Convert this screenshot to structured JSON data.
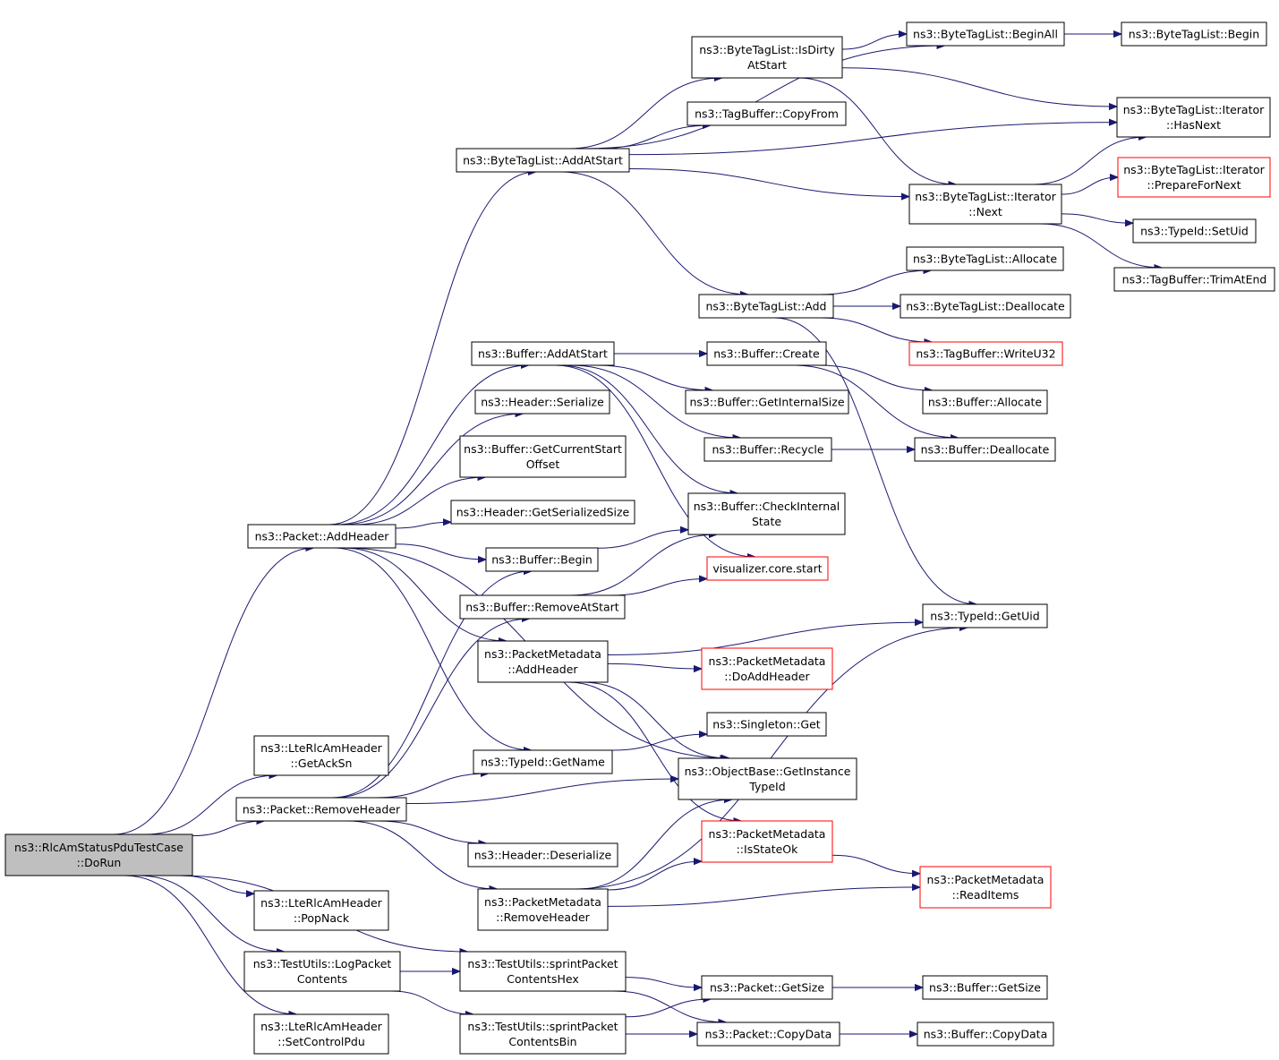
{
  "colors": {
    "edge": "#191970",
    "root_fill": "#bfbfbf",
    "box_border": "#000000",
    "truncated_border": "#ff0000",
    "background": "#ffffff"
  },
  "nodes": [
    {
      "id": "root",
      "lines": [
        "ns3::RlcAmStatusPduTestCase",
        "::DoRun"
      ],
      "kind": "root"
    },
    {
      "id": "getAckSn",
      "lines": [
        "ns3::LteRlcAmHeader",
        "::GetAckSn"
      ]
    },
    {
      "id": "popNack",
      "lines": [
        "ns3::LteRlcAmHeader",
        "::PopNack"
      ]
    },
    {
      "id": "logPkt",
      "lines": [
        "ns3::TestUtils::LogPacket",
        "Contents"
      ]
    },
    {
      "id": "setCtrl",
      "lines": [
        "ns3::LteRlcAmHeader",
        "::SetControlPdu"
      ]
    },
    {
      "id": "addHeader",
      "lines": [
        "ns3::Packet::AddHeader"
      ]
    },
    {
      "id": "removeHeader",
      "lines": [
        "ns3::Packet::RemoveHeader"
      ]
    },
    {
      "id": "btlAddAtStart",
      "lines": [
        "ns3::ByteTagList::AddAtStart"
      ]
    },
    {
      "id": "bufAddAtStart",
      "lines": [
        "ns3::Buffer::AddAtStart"
      ]
    },
    {
      "id": "hdrSerialize",
      "lines": [
        "ns3::Header::Serialize"
      ]
    },
    {
      "id": "bufGetCurStart",
      "lines": [
        "ns3::Buffer::GetCurrentStart",
        "Offset"
      ]
    },
    {
      "id": "hdrGetSerSize",
      "lines": [
        "ns3::Header::GetSerializedSize"
      ]
    },
    {
      "id": "bufBegin",
      "lines": [
        "ns3::Buffer::Begin"
      ]
    },
    {
      "id": "bufRemoveAtStart",
      "lines": [
        "ns3::Buffer::RemoveAtStart"
      ]
    },
    {
      "id": "pmAddHeader",
      "lines": [
        "ns3::PacketMetadata",
        "::AddHeader"
      ]
    },
    {
      "id": "tidGetName",
      "lines": [
        "ns3::TypeId::GetName"
      ]
    },
    {
      "id": "hdrDeserialize",
      "lines": [
        "ns3::Header::Deserialize"
      ]
    },
    {
      "id": "pmRemoveHeader",
      "lines": [
        "ns3::PacketMetadata",
        "::RemoveHeader"
      ]
    },
    {
      "id": "sprintHex",
      "lines": [
        "ns3::TestUtils::sprintPacket",
        "ContentsHex"
      ]
    },
    {
      "id": "sprintBin",
      "lines": [
        "ns3::TestUtils::sprintPacket",
        "ContentsBin"
      ]
    },
    {
      "id": "btlIsDirty",
      "lines": [
        "ns3::ByteTagList::IsDirty",
        "AtStart"
      ]
    },
    {
      "id": "tbCopyFrom",
      "lines": [
        "ns3::TagBuffer::CopyFrom"
      ]
    },
    {
      "id": "btlAdd",
      "lines": [
        "ns3::ByteTagList::Add"
      ]
    },
    {
      "id": "bufCreate",
      "lines": [
        "ns3::Buffer::Create"
      ]
    },
    {
      "id": "bufGetIntSize",
      "lines": [
        "ns3::Buffer::GetInternalSize"
      ]
    },
    {
      "id": "bufRecycle",
      "lines": [
        "ns3::Buffer::Recycle"
      ]
    },
    {
      "id": "bufCheckInt",
      "lines": [
        "ns3::Buffer::CheckInternal",
        "State"
      ]
    },
    {
      "id": "vizStart",
      "lines": [
        "visualizer.core.start"
      ],
      "kind": "truncated"
    },
    {
      "id": "pmDoAddHeader",
      "lines": [
        "ns3::PacketMetadata",
        "::DoAddHeader"
      ],
      "kind": "truncated"
    },
    {
      "id": "singletonGet",
      "lines": [
        "ns3::Singleton::Get"
      ]
    },
    {
      "id": "obGetInstTid",
      "lines": [
        "ns3::ObjectBase::GetInstance",
        "TypeId"
      ]
    },
    {
      "id": "pmIsStateOk",
      "lines": [
        "ns3::PacketMetadata",
        "::IsStateOk"
      ],
      "kind": "truncated"
    },
    {
      "id": "pktGetSize",
      "lines": [
        "ns3::Packet::GetSize"
      ]
    },
    {
      "id": "pktCopyData",
      "lines": [
        "ns3::Packet::CopyData"
      ]
    },
    {
      "id": "btlBeginAll",
      "lines": [
        "ns3::ByteTagList::BeginAll"
      ]
    },
    {
      "id": "btlItHasNext",
      "lines": [
        "ns3::ByteTagList::Iterator",
        "::HasNext"
      ]
    },
    {
      "id": "btlItNext",
      "lines": [
        "ns3::ByteTagList::Iterator",
        "::Next"
      ]
    },
    {
      "id": "btlAllocate",
      "lines": [
        "ns3::ByteTagList::Allocate"
      ]
    },
    {
      "id": "btlDeallocate",
      "lines": [
        "ns3::ByteTagList::Deallocate"
      ]
    },
    {
      "id": "tbWriteU32",
      "lines": [
        "ns3::TagBuffer::WriteU32"
      ],
      "kind": "truncated"
    },
    {
      "id": "bufAllocate",
      "lines": [
        "ns3::Buffer::Allocate"
      ]
    },
    {
      "id": "bufDeallocate",
      "lines": [
        "ns3::Buffer::Deallocate"
      ]
    },
    {
      "id": "tidGetUid",
      "lines": [
        "ns3::TypeId::GetUid"
      ]
    },
    {
      "id": "pmReadItems",
      "lines": [
        "ns3::PacketMetadata",
        "::ReadItems"
      ],
      "kind": "truncated"
    },
    {
      "id": "bufGetSize",
      "lines": [
        "ns3::Buffer::GetSize"
      ]
    },
    {
      "id": "bufCopyData",
      "lines": [
        "ns3::Buffer::CopyData"
      ]
    },
    {
      "id": "btlBegin",
      "lines": [
        "ns3::ByteTagList::Begin"
      ]
    },
    {
      "id": "btlItPrepare",
      "lines": [
        "ns3::ByteTagList::Iterator",
        "::PrepareForNext"
      ],
      "kind": "truncated"
    },
    {
      "id": "tidSetUid",
      "lines": [
        "ns3::TypeId::SetUid"
      ]
    },
    {
      "id": "tbTrimAtEnd",
      "lines": [
        "ns3::TagBuffer::TrimAtEnd"
      ]
    }
  ],
  "edges": [
    [
      "root",
      "addHeader"
    ],
    [
      "root",
      "getAckSn"
    ],
    [
      "root",
      "removeHeader"
    ],
    [
      "root",
      "sprintHex"
    ],
    [
      "root",
      "popNack"
    ],
    [
      "root",
      "logPkt"
    ],
    [
      "root",
      "setCtrl"
    ],
    [
      "logPkt",
      "sprintHex"
    ],
    [
      "logPkt",
      "sprintBin"
    ],
    [
      "addHeader",
      "btlAddAtStart"
    ],
    [
      "addHeader",
      "bufAddAtStart"
    ],
    [
      "addHeader",
      "hdrSerialize"
    ],
    [
      "addHeader",
      "bufGetCurStart"
    ],
    [
      "addHeader",
      "hdrGetSerSize"
    ],
    [
      "addHeader",
      "bufBegin"
    ],
    [
      "addHeader",
      "pmAddHeader"
    ],
    [
      "addHeader",
      "tidGetName"
    ],
    [
      "addHeader",
      "obGetInstTid"
    ],
    [
      "removeHeader",
      "bufBegin"
    ],
    [
      "removeHeader",
      "bufRemoveAtStart"
    ],
    [
      "removeHeader",
      "tidGetName"
    ],
    [
      "removeHeader",
      "obGetInstTid"
    ],
    [
      "removeHeader",
      "hdrDeserialize"
    ],
    [
      "removeHeader",
      "pmRemoveHeader"
    ],
    [
      "btlAddAtStart",
      "btlIsDirty"
    ],
    [
      "btlAddAtStart",
      "tbCopyFrom"
    ],
    [
      "btlAddAtStart",
      "btlBeginAll"
    ],
    [
      "btlAddAtStart",
      "btlItHasNext"
    ],
    [
      "btlAddAtStart",
      "btlItNext"
    ],
    [
      "btlAddAtStart",
      "btlAdd"
    ],
    [
      "btlIsDirty",
      "btlBeginAll"
    ],
    [
      "btlIsDirty",
      "btlItHasNext"
    ],
    [
      "btlIsDirty",
      "btlItNext"
    ],
    [
      "btlBeginAll",
      "btlBegin"
    ],
    [
      "btlItNext",
      "btlItHasNext"
    ],
    [
      "btlItNext",
      "btlItPrepare"
    ],
    [
      "btlItNext",
      "tidSetUid"
    ],
    [
      "btlItNext",
      "tbTrimAtEnd"
    ],
    [
      "btlAdd",
      "btlAllocate"
    ],
    [
      "btlAdd",
      "btlDeallocate"
    ],
    [
      "btlAdd",
      "tbWriteU32"
    ],
    [
      "btlAdd",
      "tidGetUid"
    ],
    [
      "bufAddAtStart",
      "bufCreate"
    ],
    [
      "bufAddAtStart",
      "bufGetIntSize"
    ],
    [
      "bufAddAtStart",
      "bufRecycle"
    ],
    [
      "bufAddAtStart",
      "bufCheckInt"
    ],
    [
      "bufAddAtStart",
      "vizStart"
    ],
    [
      "bufCreate",
      "bufAllocate"
    ],
    [
      "bufCreate",
      "bufDeallocate"
    ],
    [
      "bufRecycle",
      "bufDeallocate"
    ],
    [
      "bufBegin",
      "bufCheckInt"
    ],
    [
      "bufRemoveAtStart",
      "bufCheckInt"
    ],
    [
      "bufRemoveAtStart",
      "vizStart"
    ],
    [
      "pmAddHeader",
      "tidGetUid"
    ],
    [
      "pmAddHeader",
      "pmDoAddHeader"
    ],
    [
      "pmAddHeader",
      "obGetInstTid"
    ],
    [
      "pmAddHeader",
      "pmIsStateOk"
    ],
    [
      "tidGetName",
      "singletonGet"
    ],
    [
      "pmRemoveHeader",
      "pmIsStateOk"
    ],
    [
      "pmRemoveHeader",
      "obGetInstTid"
    ],
    [
      "pmRemoveHeader",
      "tidGetUid"
    ],
    [
      "pmRemoveHeader",
      "pmReadItems"
    ],
    [
      "pmIsStateOk",
      "pmReadItems"
    ],
    [
      "sprintHex",
      "pktGetSize"
    ],
    [
      "sprintHex",
      "pktCopyData"
    ],
    [
      "sprintBin",
      "pktGetSize"
    ],
    [
      "sprintBin",
      "pktCopyData"
    ],
    [
      "pktGetSize",
      "bufGetSize"
    ],
    [
      "pktCopyData",
      "bufCopyData"
    ]
  ]
}
